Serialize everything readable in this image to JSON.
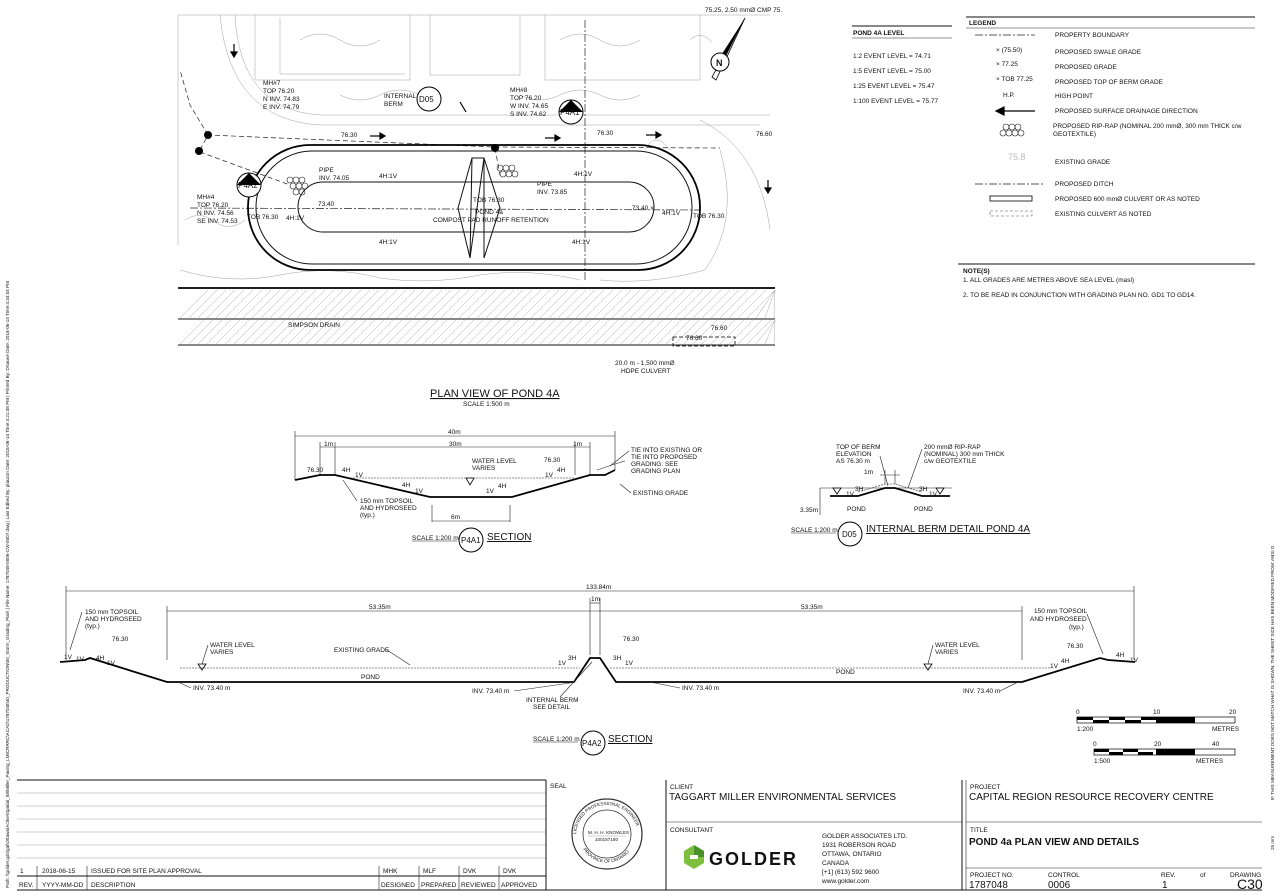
{
  "pond_level": {
    "title": "POND 4A LEVEL",
    "lines": [
      "1:2 EVENT LEVEL = 74.71",
      "1:5 EVENT LEVEL = 75.00",
      "1:25 EVENT LEVEL = 75.47",
      "1:100 EVENT LEVEL = 75.77"
    ]
  },
  "legend": {
    "title": "LEGEND",
    "items": [
      {
        "symbol": "",
        "label": "PROPERTY BOUNDARY"
      },
      {
        "symbol": "× (75.50)",
        "label": "PROPOSED SWALE GRADE"
      },
      {
        "symbol": "× 77.25",
        "label": "PROPOSED GRADE"
      },
      {
        "symbol": "× TOB 77.25",
        "label": "PROPOSED TOP OF BERM GRADE"
      },
      {
        "symbol": "H.P.",
        "label": "HIGH POINT"
      },
      {
        "symbol": "",
        "label": "PROPOSED SURFACE DRAINAGE DIRECTION"
      },
      {
        "symbol": "",
        "label": "PROPOSED RIP-RAP (NOMINAL 200 mmØ, 300 mm THICK c/w GEOTEXTILE)"
      },
      {
        "symbol": "75.8",
        "label": "EXISTING GRADE"
      },
      {
        "symbol": "",
        "label": "PROPOSED DITCH"
      },
      {
        "symbol": "",
        "label": "PROPOSED 600 mmØ CULVERT OR AS NOTED"
      },
      {
        "symbol": "",
        "label": "EXISTING CULVERT AS NOTED"
      }
    ]
  },
  "notes": {
    "title": "NOTE(S)",
    "items": [
      "1.  ALL GRADES ARE METRES ABOVE SEA LEVEL (masl)",
      "2.  TO BE READ IN CONJUNCTION WITH GRADING PLAN NO. GD1 TO GD14."
    ]
  },
  "plan": {
    "top_grade": "75.25, 2.50 mmØ CMP 75.",
    "mh7": [
      "MH#7",
      "TOP 76.20",
      "N INV. 74.83",
      "E INV. 74.79"
    ],
    "mh8": [
      "MH#8",
      "TOP 76.20",
      "W INV. 74.65",
      "S INV. 74.62"
    ],
    "mh4": [
      "MH#4",
      "TOP 76.20",
      "N INV. 74.56",
      "SE INV. 74.53"
    ],
    "internal_berm": [
      "INTERNAL",
      "BERM"
    ],
    "tag_d05": "D05",
    "tag_p4a1": "P4A1",
    "tag_p4a2": "P4A2",
    "grade_7630": "76.30",
    "grade_7660": "76.60",
    "pipe_left": [
      "PIPE",
      "INV. 74.05"
    ],
    "pipe_right": [
      "PIPE",
      "INV. 73.85"
    ],
    "slope_4h1v": "4H:1V",
    "tob_7630": "TOB 76.30",
    "grade_7340": "73.40",
    "grade_7340x": "73.40 ×",
    "pond_label": "POND 4a",
    "pond_sub": "COMPOST PAD RUNOFF RETENTION",
    "simpson_drain": "SIMPSON DRAIN",
    "culvert": [
      "20.0 m - 1,500 mmØ",
      "HDPE CULVERT"
    ],
    "title": "PLAN VIEW OF POND 4A",
    "scale": "SCALE 1:500 m"
  },
  "section_a1": {
    "dim_40": "40m",
    "dim_1a": "1m",
    "dim_30": "30m",
    "dim_1b": "1m",
    "grade_l": "76.30",
    "grade_r": "76.30",
    "h4": "4H",
    "v1": "1V",
    "water": [
      "WATER LEVEL",
      "VARIES"
    ],
    "tie": [
      "TIE INTO EXISTING OR",
      "TIE INTO PROPOSED",
      "GRADING. SEE",
      "GRADING PLAN"
    ],
    "existing": "EXISTING GRADE",
    "topsoil": [
      "150 mm TOPSOIL",
      "AND HYDROSEED",
      "(typ.)"
    ],
    "dim_6": "6m",
    "scale": "SCALE 1:200 m",
    "tag": "P4A1",
    "label": "SECTION"
  },
  "berm_detail": {
    "top": [
      "TOP OF BERM",
      "ELEVATION",
      "AS 76.30 m"
    ],
    "riprap": [
      "200 mmØ RIP-RAP",
      "(NOMINAL) 300 mm THICK",
      "c/w GEOTEXTILE"
    ],
    "dim_1": "1m",
    "h3": "3H",
    "v1": "1V",
    "depth": "3.35m",
    "pond_l": "POND",
    "pond_r": "POND",
    "scale": "SCALE 1:200 m",
    "tag": "D05",
    "label": "INTERNAL BERM DETAIL POND 4A"
  },
  "section_a2": {
    "dim_total": "133.84m",
    "dim_1": "1m",
    "dim_l": "53.35m",
    "dim_r": "53.35m",
    "topsoil_l": [
      "150 mm TOPSOIL",
      "AND HYDROSEED",
      "(typ.)"
    ],
    "topsoil_r": [
      "150 mm TOPSOIL",
      "AND HYDROSEED",
      "(typ.)"
    ],
    "grade": "76.30",
    "h4": "4H",
    "h3": "3H",
    "v1": "1V",
    "water": [
      "WATER LEVEL",
      "VARIES"
    ],
    "existing": "EXISTING GRADE",
    "pond": "POND",
    "inv": "INV. 73.40 m",
    "berm": [
      "INTERNAL BERM",
      "SEE DETAIL"
    ],
    "scale": "SCALE 1:200 m",
    "tag": "P4A2",
    "label": "SECTION"
  },
  "scales": {
    "bar1": {
      "ticks": [
        "0",
        "10",
        "20"
      ],
      "ratio": "1:200",
      "unit": "METRES"
    },
    "bar2": {
      "ticks": [
        "0",
        "20",
        "40"
      ],
      "ratio": "1:500",
      "unit": "METRES"
    }
  },
  "title_block": {
    "rev_row": {
      "rev": "1",
      "date": "2018-06-15",
      "desc": "ISSUED FOR SITE PLAN APPROVAL",
      "designed": "MHK",
      "prepared": "MLF",
      "reviewed": "DVK",
      "approved": "DVK"
    },
    "headers": {
      "rev": "REV.",
      "date": "YYYY-MM-DD",
      "desc": "DESCRIPTION",
      "designed": "DESIGNED",
      "prepared": "PREPARED",
      "reviewed": "REVIEWED",
      "approved": "APPROVED"
    },
    "seal_label": "SEAL",
    "seal_text": [
      "LICENSED PROFESSIONAL ENGINEER",
      "M. H. H. KNOWLES",
      "100157180",
      "PROVINCE OF ONTARIO"
    ],
    "client_label": "CLIENT",
    "client": "TAGGART MILLER ENVIRONMENTAL SERVICES",
    "consultant_label": "CONSULTANT",
    "logo_word": "GOLDER",
    "address": [
      "GOLDER ASSOCIATES LTD.",
      "1931 ROBERSON ROAD",
      "OTTAWA, ONTARIO",
      "CANADA",
      "[+1] (613) 592 9600",
      "www.golder.com"
    ],
    "project_label": "PROJECT",
    "project": "CAPITAL REGION RESOURCE RECOVERY CENTRE",
    "title_label": "TITLE",
    "title": "POND 4a PLAN VIEW AND DETAILS",
    "project_no_label": "PROJECT NO.",
    "project_no": "1787048",
    "control_label": "CONTROL",
    "control": "0006",
    "rev_label": "REV.",
    "rev": "1",
    "of_label": "of",
    "drawing_label": "DRAWING",
    "drawing": "C30"
  },
  "margin": {
    "left": "Path: \\\\golder.gds\\gal\\Ottawa\\Active\\Spatial_IM\\Miller_Paving_LMICRRRC\\ACAD\\1787048\\40_PRODUCTION\\00_Storm_Grading_Plan\\ | File Name: 1787048-0006-CW-0007.dwg | Last Edited By: plauzon  Date: 2018-06-14  Time:4:21:48 PM | Printed By: DSauve  Date: 2018-06-14  Time:4:34:04 PM",
    "right": "IF THIS MEASUREMENT DOES NOT MATCH WHAT IS SHOWN, THE SHEET SIZE HAS BEEN MODIFIED FROM: ANSI D",
    "mm": "25 mm"
  }
}
